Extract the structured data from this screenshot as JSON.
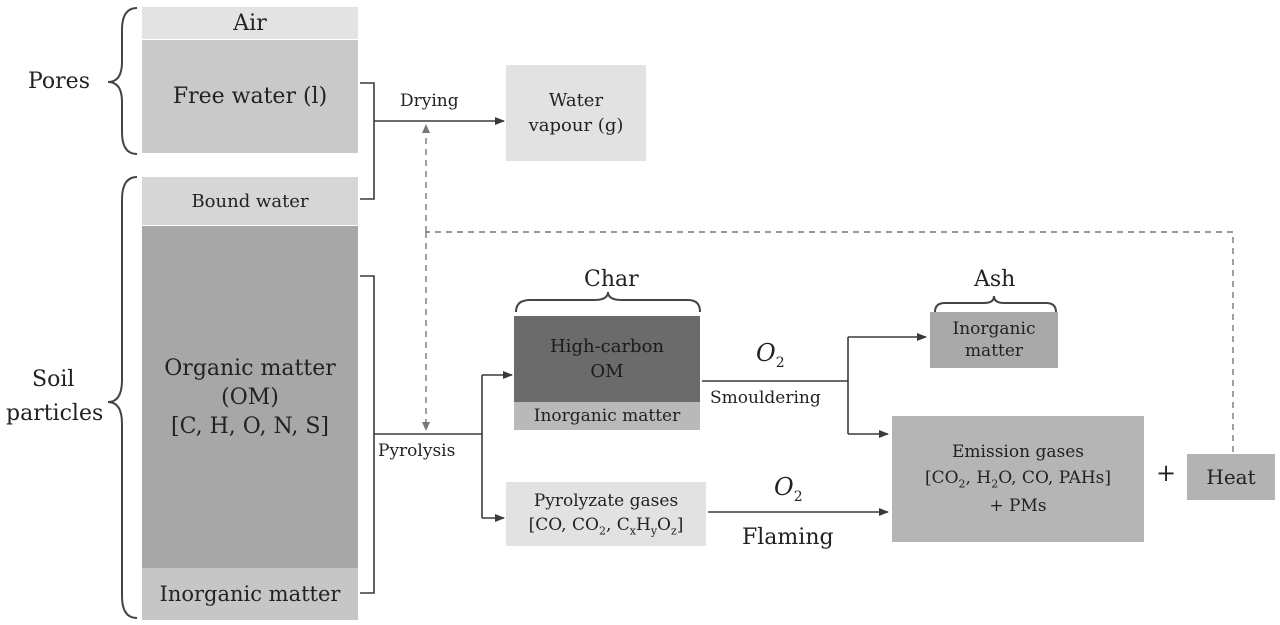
{
  "soil_column": {
    "air": "Air",
    "free_water": "Free water (l)",
    "bound_water": "Bound water",
    "organic_matter_line1": "Organic matter",
    "organic_matter_line2": "(OM)",
    "organic_matter_line3": "[C, H, O, N, S]",
    "inorganic_matter": "Inorganic matter"
  },
  "brace_labels": {
    "pores": "Pores",
    "soil_line1": "Soil",
    "soil_line2": "particles",
    "char": "Char",
    "ash": "Ash"
  },
  "process_labels": {
    "drying": "Drying",
    "pyrolysis": "Pyrolysis",
    "smouldering": "Smouldering",
    "flaming": "Flaming",
    "o2": "O",
    "o2_sub": "2",
    "plus": "+"
  },
  "products": {
    "water_vapour_line1": "Water",
    "water_vapour_line2": "vapour (g)",
    "high_carbon_line1": "High-carbon",
    "high_carbon_line2": "OM",
    "char_inorganic": "Inorganic matter",
    "ash_line1": "Inorganic",
    "ash_line2": "matter",
    "pyrolyzate_line1": "Pyrolyzate gases",
    "pyrolyzate_line2": "[CO, CO",
    "pyrolyzate_sub2": "2",
    "pyrolyzate_mid": ", C",
    "pyrolyzate_x": "x",
    "pyrolyzate_h": "H",
    "pyrolyzate_y": "y",
    "pyrolyzate_o": "O",
    "pyrolyzate_z": "z",
    "pyrolyzate_end": "]",
    "emission_line1": "Emission gases",
    "emission_a": "[CO",
    "emission_sub2": "2",
    "emission_b": ", H",
    "emission_sub2b": "2",
    "emission_c": "O, CO, PAHs]",
    "emission_line3": "+ PMs",
    "heat": "Heat"
  },
  "colors": {
    "light_box": "#e2e2e2",
    "mid_box": "#b7b7b7",
    "dark_box": "#a6a6a6",
    "char_dark": "#6a6a6a",
    "line": "#3a3a3a",
    "dashed": "#777777"
  }
}
